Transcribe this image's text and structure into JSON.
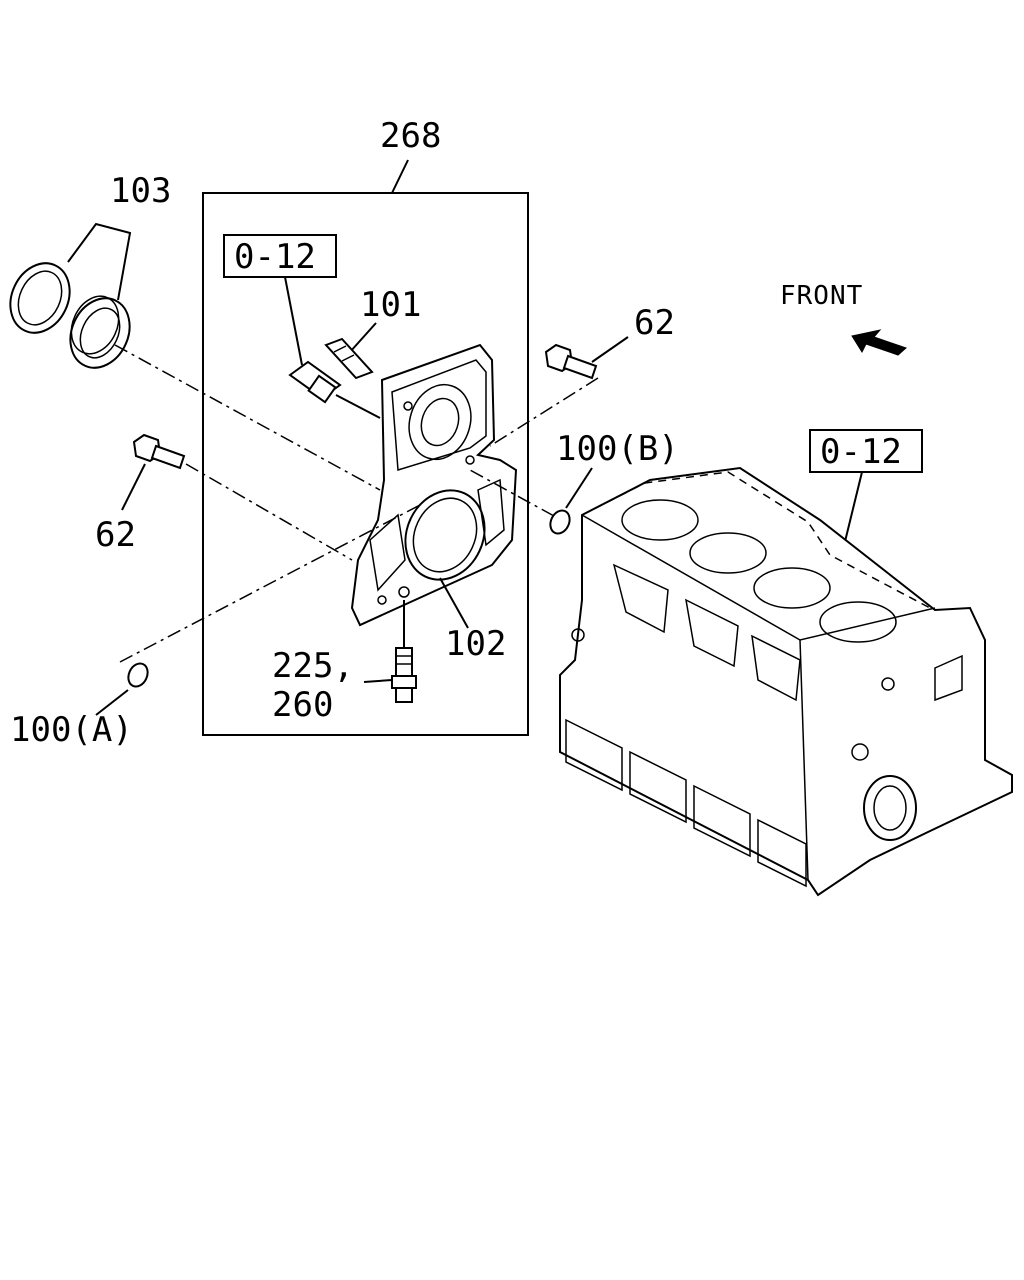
{
  "labels": {
    "group_268": "268",
    "seal_103": "103",
    "ref_box_top": "0-12",
    "stud_101": "101",
    "bolt_62_right": "62",
    "front": "FRONT",
    "oring_100_b": "100(B)",
    "ref_box_block": "0-12",
    "bolt_62_left": "62",
    "seal_102": "102",
    "plug_225": "225,",
    "plug_260": "260",
    "oring_100_a": "100(A)"
  }
}
